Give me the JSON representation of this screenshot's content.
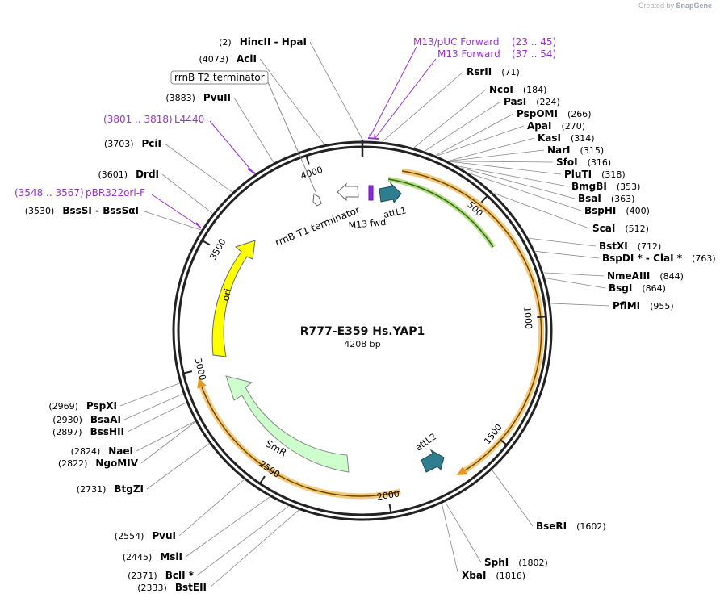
{
  "credit": {
    "prefix": "Created by",
    "brand": "SnapGene"
  },
  "plasmid": {
    "name": "R777-E359 Hs.YAP1",
    "size_label": "4208 bp",
    "length": 4208
  },
  "colors": {
    "backbone": "#222222",
    "primer": "#9932cc",
    "ori": "#ffff00",
    "smr": "#ccffcc",
    "attl": "#2f7e8f",
    "orange": "#f5a623",
    "green": "#4caf50",
    "lacgreen": "#7cb342"
  },
  "ticks": [
    {
      "pos": 500,
      "label": "500"
    },
    {
      "pos": 1000,
      "label": "1000"
    },
    {
      "pos": 1500,
      "label": "1500"
    },
    {
      "pos": 2000,
      "label": "2000"
    },
    {
      "pos": 2500,
      "label": "2500"
    },
    {
      "pos": 3000,
      "label": "3000"
    },
    {
      "pos": 3500,
      "label": "3500"
    },
    {
      "pos": 4000,
      "label": "4000"
    }
  ],
  "sites_right": [
    {
      "name": "RsrII",
      "num": "(71)",
      "pos": 71
    },
    {
      "name": "NcoI",
      "num": "(184)",
      "pos": 184
    },
    {
      "name": "PasI",
      "num": "(224)",
      "pos": 224
    },
    {
      "name": "PspOMI",
      "num": "(266)",
      "pos": 266
    },
    {
      "name": "ApaI",
      "num": "(270)",
      "pos": 270
    },
    {
      "name": "KasI",
      "num": "(314)",
      "pos": 314
    },
    {
      "name": "NarI",
      "num": "(315)",
      "pos": 315
    },
    {
      "name": "SfoI",
      "num": "(316)",
      "pos": 316
    },
    {
      "name": "PluTI",
      "num": "(318)",
      "pos": 318
    },
    {
      "name": "BmgBI",
      "num": "(353)",
      "pos": 353
    },
    {
      "name": "BsaI",
      "num": "(363)",
      "pos": 363
    },
    {
      "name": "BspHI",
      "num": "(400)",
      "pos": 400
    },
    {
      "name": "ScaI",
      "num": "(512)",
      "pos": 512
    },
    {
      "name": "BstXI",
      "num": "(712)",
      "pos": 712
    },
    {
      "name": "BspDI *  -  ClaI *",
      "num": "(763)",
      "pos": 763
    },
    {
      "name": "NmeAIII",
      "num": "(844)",
      "pos": 844
    },
    {
      "name": "BsgI",
      "num": "(864)",
      "pos": 864
    },
    {
      "name": "PflMI",
      "num": "(955)",
      "pos": 955
    },
    {
      "name": "BseRI",
      "num": "(1602)",
      "pos": 1602
    },
    {
      "name": "SphI",
      "num": "(1802)",
      "pos": 1802
    },
    {
      "name": "XbaI",
      "num": "(1816)",
      "pos": 1816
    }
  ],
  "sites_left": [
    {
      "name": "HincII  -  HpaI",
      "num": "(2)",
      "pos": 2
    },
    {
      "name": "AclI",
      "num": "(4073)",
      "pos": 4073
    },
    {
      "name": "PvuII",
      "num": "(3883)",
      "pos": 3883
    },
    {
      "name": "PciI",
      "num": "(3703)",
      "pos": 3703
    },
    {
      "name": "DrdI",
      "num": "(3601)",
      "pos": 3601
    },
    {
      "name": "BssSI  -  BssSαI",
      "num": "(3530)",
      "pos": 3530
    },
    {
      "name": "PspXI",
      "num": "(2969)",
      "pos": 2969
    },
    {
      "name": "BsaAI",
      "num": "(2930)",
      "pos": 2930
    },
    {
      "name": "BssHII",
      "num": "(2897)",
      "pos": 2897
    },
    {
      "name": "NaeI",
      "num": "(2824)",
      "pos": 2824
    },
    {
      "name": "NgoMIV",
      "num": "(2822)",
      "pos": 2822
    },
    {
      "name": "BtgZI",
      "num": "(2731)",
      "pos": 2731
    },
    {
      "name": "PvuI",
      "num": "(2554)",
      "pos": 2554
    },
    {
      "name": "MslI",
      "num": "(2445)",
      "pos": 2445
    },
    {
      "name": "BclI *",
      "num": "(2371)",
      "pos": 2371
    },
    {
      "name": "BstEII",
      "num": "(2333)",
      "pos": 2333
    }
  ],
  "primers": [
    {
      "name": "M13/pUC Forward",
      "range": "(23 .. 45)"
    },
    {
      "name": "M13 Forward",
      "range": "(37 .. 54)"
    },
    {
      "name": "L4440",
      "range": "(3801 .. 3818)"
    },
    {
      "name": "pBR322ori-F",
      "range": "(3548 .. 3567)"
    }
  ],
  "features": {
    "rrnb_t2": "rrnB T2 terminator",
    "rrnb_t1": "rrnB T1 terminator",
    "m13_fwd": "M13 fwd",
    "attl1": "attL1",
    "attl2": "attL2",
    "ori": "ori",
    "smr": "SmR"
  }
}
